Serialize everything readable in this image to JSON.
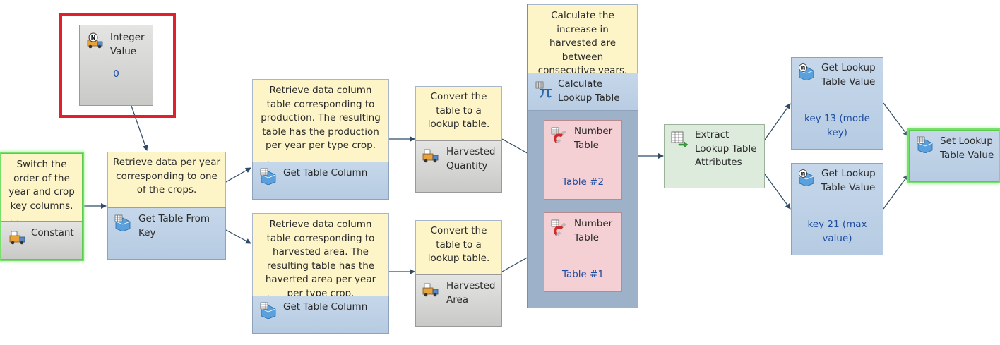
{
  "nodes": {
    "integer_value": {
      "title": "Integer Value",
      "value": "0"
    },
    "constant": {
      "title": "Constant",
      "note": "Switch the order of the year and crop key columns."
    },
    "get_table_from_key": {
      "title": "Get Table From Key",
      "note": "Retrieve data per year corresponding to one of the crops."
    },
    "get_table_column_top": {
      "title": "Get Table Column",
      "note": "Retrieve data column table corresponding to production. The resulting table has the production per year per type crop."
    },
    "get_table_column_bottom": {
      "title": "Get Table Column",
      "note": "Retrieve data column table corresponding to harvested area. The resulting table has the haverted area per year per type crop."
    },
    "harvested_quantity": {
      "title": "Harvested Quantity",
      "note": "Convert the table to a lookup table."
    },
    "harvested_area": {
      "title": "Harvested Area",
      "note": "Convert the table to a lookup table."
    },
    "calculate_lookup_table": {
      "title": "Calculate Lookup Table",
      "note": "Calculate the increase in harvested are between consecutive years."
    },
    "number_table_2": {
      "title": "Number Table",
      "value": "Table #2"
    },
    "number_table_1": {
      "title": "Number Table",
      "value": "Table #1"
    },
    "extract_attributes": {
      "title": "Extract Lookup Table Attributes"
    },
    "get_lookup_top": {
      "title": "Get Lookup Table Value",
      "value": "key 13 (mode key)"
    },
    "get_lookup_bottom": {
      "title": "Get Lookup Table Value",
      "value": "key 21 (max value)"
    },
    "set_lookup": {
      "title": "Set Lookup Table Value"
    }
  },
  "colors": {
    "note": "#fdf5c8",
    "node_blue": "#c6d7ea",
    "node_gray": "#d6d6d4",
    "node_pink": "#f4d0d4",
    "node_green": "#dcebdc",
    "highlight": "#e0202a",
    "value_text": "#1f4da0",
    "wire": "#2e4a66"
  },
  "icons": {
    "integer_value": "truck-n-icon",
    "constant": "truck-icon",
    "table_op": "table-cube-icon",
    "number_table": "magnet-icon",
    "calculate": "pi-icon",
    "extract": "table-arrow-icon",
    "lookup": "ir-cube-icon"
  }
}
